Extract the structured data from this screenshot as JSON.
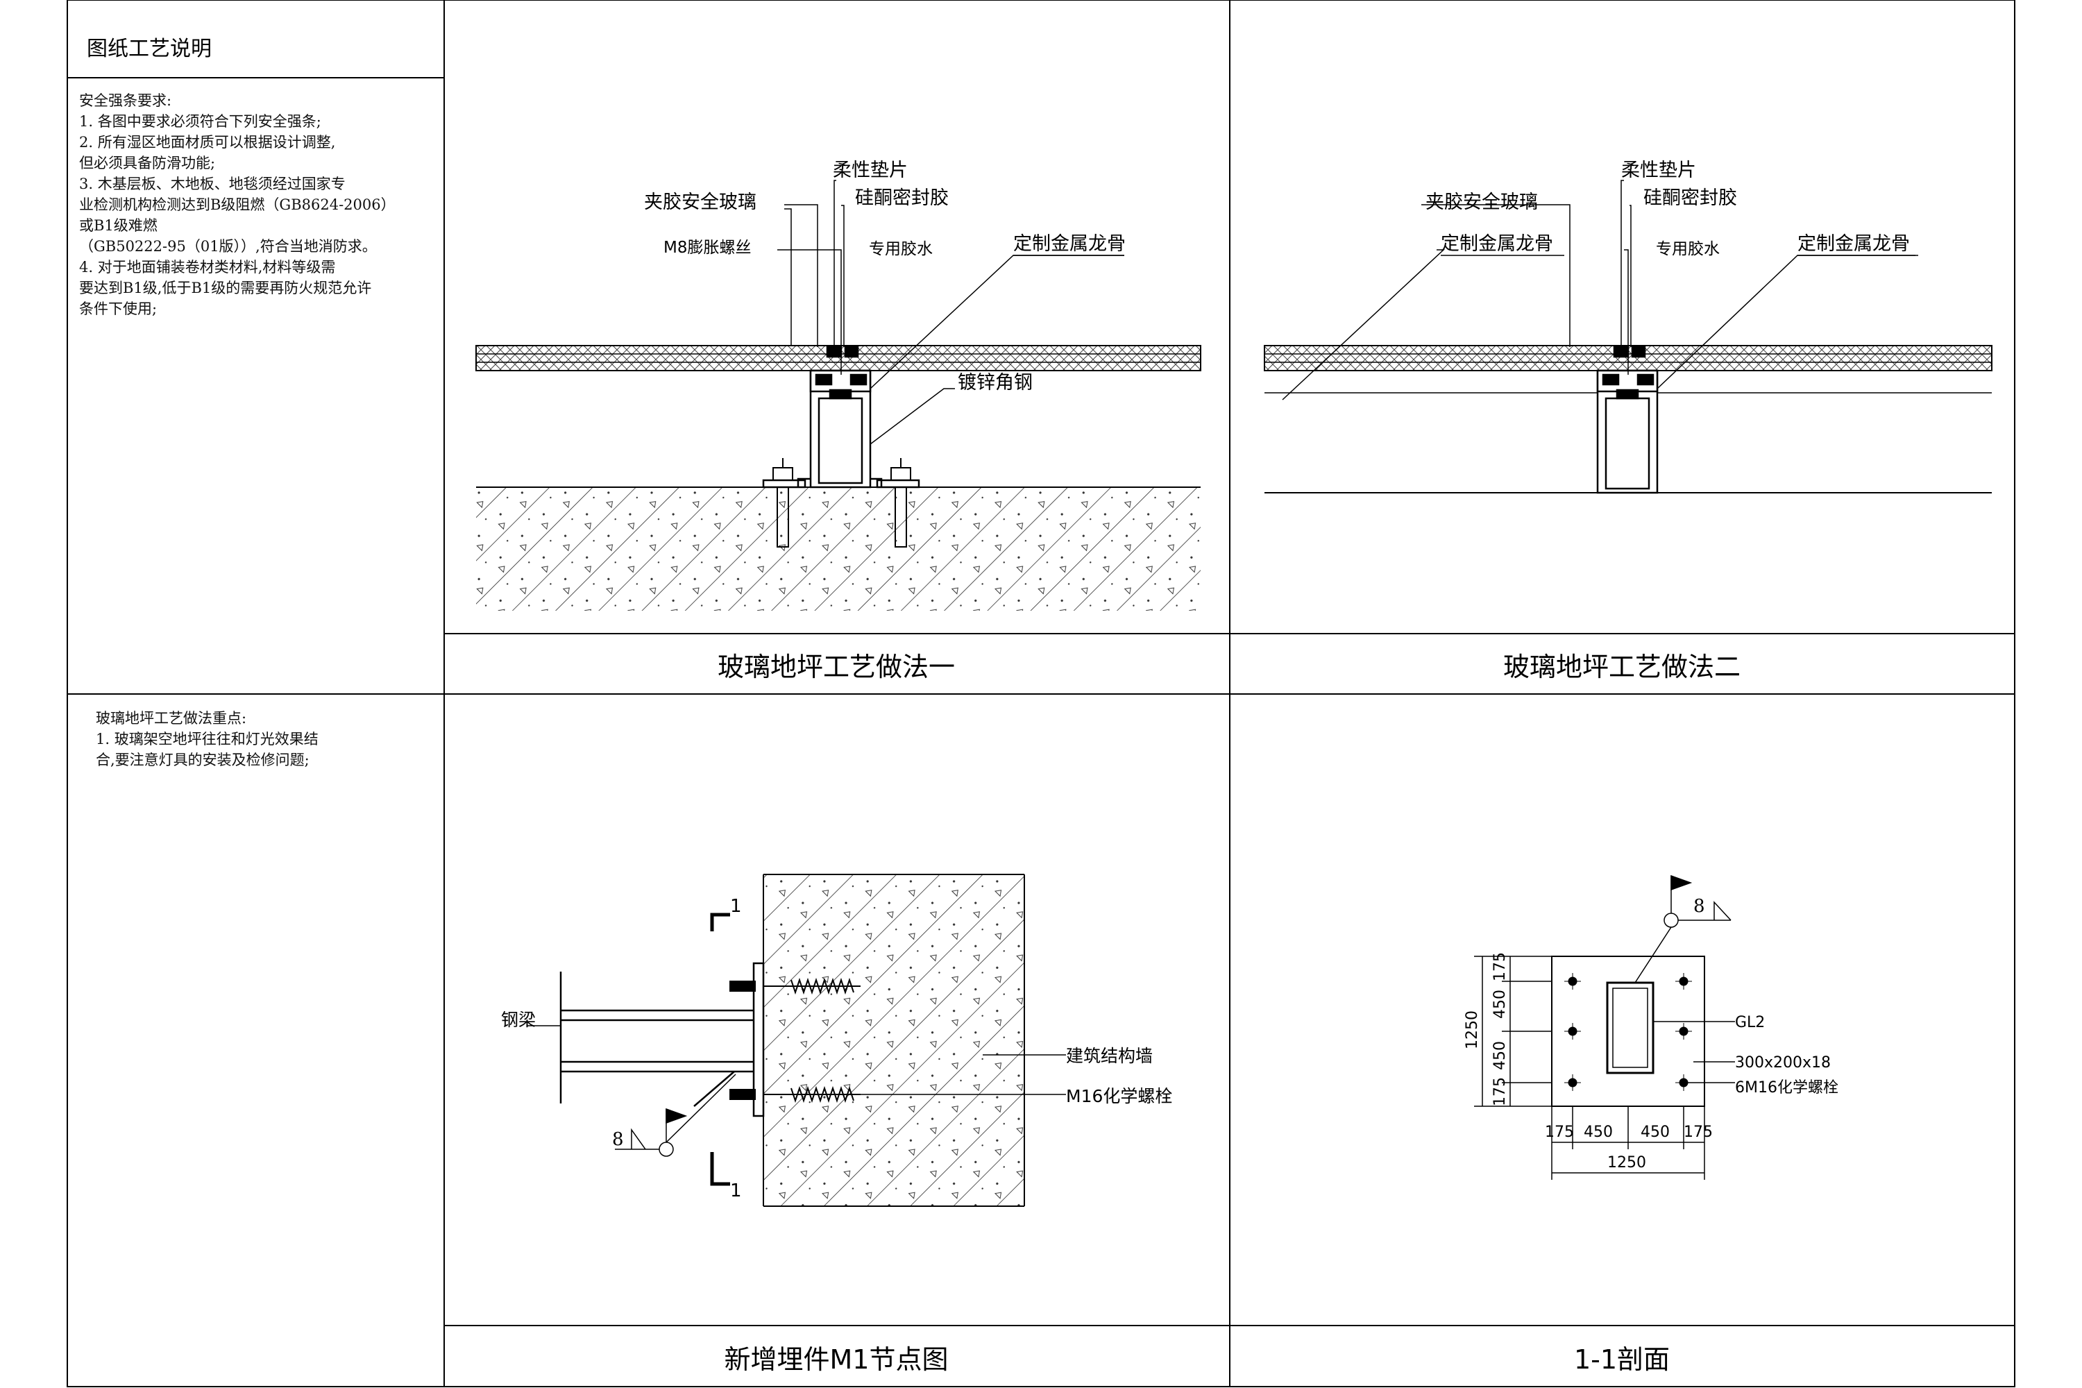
{
  "sheet": {
    "header": "图纸工艺说明",
    "safety_notes": [
      "安全强条要求:",
      "1.      各图中要求必须符合下列安全强条;",
      "2.      所有湿区地面材质可以根据设计调整,",
      "但必须具备防滑功能;",
      "3.      木基层板、木地板、地毯须经过国家专",
      "业检测机构检测达到B级阻燃（GB8624-2006）",
      "或B1级难燃",
      "（GB50222-95（01版））,符合当地消防求。",
      "4.      对于地面铺装卷材类材料,材料等级需",
      "要达到B1级,低于B1级的需要再防火规范允许",
      "条件下使用;"
    ],
    "key_points": [
      "玻璃地坪工艺做法重点:",
      "1.      玻璃架空地坪往往和灯光效果结",
      "合,要注意灯具的安装及检修问题;"
    ]
  },
  "panel1": {
    "title": "玻璃地坪工艺做法一",
    "labels": {
      "flex_pad": "柔性垫片",
      "silicone": "硅酮密封胶",
      "glass": "夹胶安全玻璃",
      "glue": "专用胶水",
      "bolt": "M8膨胀螺丝",
      "keel": "定制金属龙骨",
      "angle": "镀锌角钢"
    }
  },
  "panel2": {
    "title": "玻璃地坪工艺做法二",
    "labels": {
      "flex_pad": "柔性垫片",
      "silicone": "硅酮密封胶",
      "glass": "夹胶安全玻璃",
      "keel_left": "定制金属龙骨",
      "glue": "专用胶水",
      "keel_right": "定制金属龙骨"
    }
  },
  "panel3": {
    "title": "新增埋件M1节点图",
    "labels": {
      "section_top": "1",
      "section_bottom": "1",
      "beam": "钢梁",
      "wall": "建筑结构墙",
      "anchor": "M16化学螺栓",
      "weld": "8"
    }
  },
  "panel4": {
    "title": "1-1剖面",
    "labels": {
      "gl2": "GL2",
      "plate": "300x200x18",
      "bolts": "6M16化学螺栓",
      "weld": "8"
    },
    "dims": {
      "v_total": "1250",
      "v_top": "175",
      "v_mid1": "450",
      "v_mid2": "450",
      "v_bot": "175",
      "h_left": "175",
      "h_mid1": "450",
      "h_mid2": "450",
      "h_right": "175",
      "h_total": "1250"
    }
  }
}
